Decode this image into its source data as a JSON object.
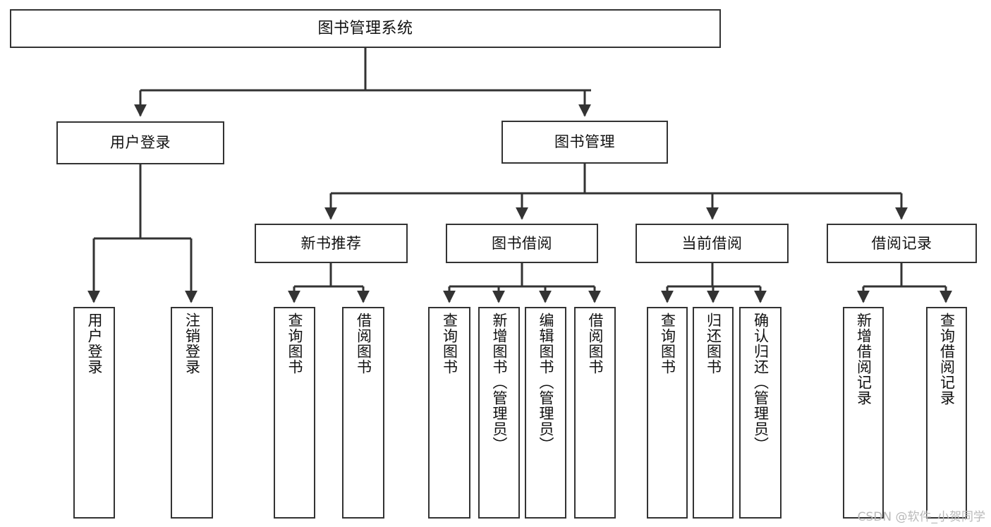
{
  "diagram": {
    "title": "图书管理系统",
    "type": "tree-hierarchy",
    "orientation": "top-down",
    "colors": {
      "box_border": "#333333",
      "box_fill": "#ffffff",
      "connector": "#333333",
      "text": "#111111",
      "watermark": "#b9b9b9"
    },
    "root": {
      "label": "图书管理系统"
    },
    "level2": [
      {
        "label": "用户登录"
      },
      {
        "label": "图书管理"
      }
    ],
    "level3": [
      {
        "label": "新书推荐"
      },
      {
        "label": "图书借阅"
      },
      {
        "label": "当前借阅"
      },
      {
        "label": "借阅记录"
      }
    ],
    "leaves": {
      "user_login": [
        {
          "label": "用户登录"
        },
        {
          "label": "注销登录"
        }
      ],
      "new_book_recommend": [
        {
          "label": "查询图书"
        },
        {
          "label": "借阅图书"
        }
      ],
      "book_borrow": [
        {
          "label": "查询图书"
        },
        {
          "label": "新增图书（管理员）"
        },
        {
          "label": "编辑图书（管理员）"
        },
        {
          "label": "借阅图书"
        }
      ],
      "current_borrow": [
        {
          "label": "查询图书"
        },
        {
          "label": "归还图书"
        },
        {
          "label": "确认归还（管理员）"
        }
      ],
      "borrow_record": [
        {
          "label": "新增借阅记录"
        },
        {
          "label": "查询借阅记录"
        }
      ]
    }
  },
  "watermark": {
    "text": "CSDN @软件_小贺同学"
  }
}
